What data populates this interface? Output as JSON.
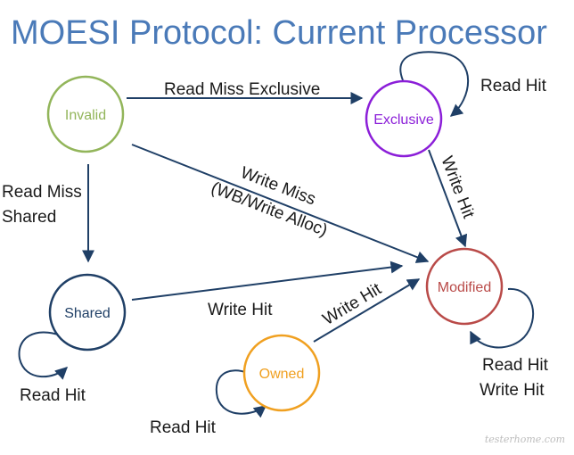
{
  "title": "MOESI Protocol: Current Processor",
  "colors": {
    "title": "#4a7ab8",
    "arrow": "#1f3f66",
    "invalid": "#92b55a",
    "exclusive": "#8b1ed8",
    "shared": "#1f3f66",
    "modified": "#b94a48",
    "owned": "#f0a020"
  },
  "states": {
    "invalid": "Invalid",
    "exclusive": "Exclusive",
    "shared": "Shared",
    "modified": "Modified",
    "owned": "Owned"
  },
  "transitions": {
    "invalid_to_exclusive": "Read Miss Exclusive",
    "invalid_to_shared_line1": "Read Miss",
    "invalid_to_shared_line2": "Shared",
    "invalid_to_modified_line1": "Write Miss",
    "invalid_to_modified_line2": "(WB/Write Alloc)",
    "exclusive_to_modified": "Write Hit",
    "shared_to_modified": "Write Hit",
    "owned_to_modified": "Write Hit",
    "exclusive_self": "Read Hit",
    "shared_self": "Read Hit",
    "owned_self": "Read Hit",
    "modified_self_line1": "Read Hit",
    "modified_self_line2": "Write Hit"
  },
  "watermark": "testerhome.com"
}
